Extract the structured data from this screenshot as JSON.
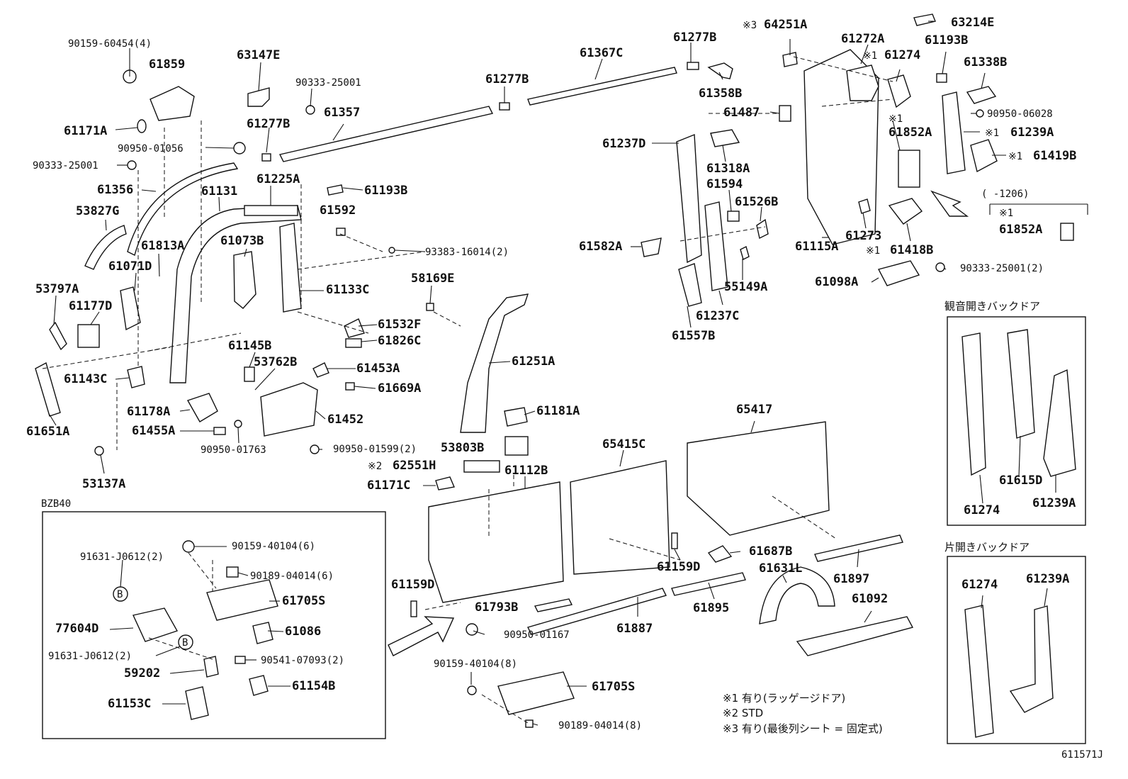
{
  "diagram_id": "611571J",
  "labels": {
    "p1": "90159-60454(4)",
    "p2": "61859",
    "p3": "63147E",
    "p4": "90333-25001",
    "p5": "61357",
    "p6": "61277B",
    "p7": "61367C",
    "p8": "61277B",
    "p9": "61358B",
    "p10": "64251A",
    "p10m": "※3",
    "p11": "61272A",
    "p12": "63214E",
    "p13": "61274",
    "p13m": "※1",
    "p14": "61193B",
    "p15": "61338B",
    "p16": "61171A",
    "p17": "90950-01056",
    "p18": "61277B",
    "p19": "61487",
    "p20": "90950-06028",
    "p21": "61852A",
    "p21m": "※1",
    "p22": "61239A",
    "p22m": "※1",
    "p23": "61237D",
    "p24": "61318A",
    "p25": "61419B",
    "p25m": "※1",
    "p26": "90333-25001",
    "p27": "61356",
    "p28": "61131",
    "p29": "61225A",
    "p30": "61193B",
    "p31": "61594",
    "p32": "61526B",
    "p33": "61115A",
    "p34": "61273",
    "p35": "61852A",
    "p35m": "※1",
    "p35r": "( -1206)",
    "p36": "53827G",
    "p37": "61592",
    "p38": "61582A",
    "p39": "61418B",
    "p39m": "※1",
    "p40": "61813A",
    "p41": "61073B",
    "p42": "93383-16014(2)",
    "p43": "61071D",
    "p44": "55149A",
    "p45": "90333-25001(2)",
    "p46": "61098A",
    "p47": "53797A",
    "p48": "61133C",
    "p49": "58169E",
    "p50": "61177D",
    "p51": "61237C",
    "p52": "61532F",
    "p53": "61557B",
    "p54": "61826C",
    "p55": "61145B",
    "p56": "53762B",
    "p57": "61453A",
    "p58": "61251A",
    "p59": "61143C",
    "p60": "61669A",
    "p61": "61178A",
    "p62": "61181A",
    "p63": "65417",
    "p64": "61452",
    "p65": "61455A",
    "p66": "61651A",
    "p67": "65415C",
    "p68": "90950-01763",
    "p69": "90950-01599(2)",
    "p70": "53803B",
    "p71": "62551H",
    "p71m": "※2",
    "p72": "61112B",
    "p73": "53137A",
    "p74": "61171C",
    "p75": "61687B",
    "p76": "61631L",
    "p77": "61897",
    "p78": "61159D",
    "p79": "61159D",
    "p80": "61793B",
    "p81": "61895",
    "p82": "61887",
    "p83": "61092",
    "p84": "90950-01167",
    "p85": "90159-40104(8)",
    "p86": "61705S",
    "p87": "90189-04014(8)",
    "bzb": "BZB40",
    "b1": "91631-J0612(2)",
    "b2": "90159-40104(6)",
    "b3": "90189-04014(6)",
    "b4": "61705S",
    "b5": "77604D",
    "b6": "61086",
    "b7": "91631-J0612(2)",
    "b8": "90541-07093(2)",
    "b9": "59202",
    "b10": "61154B",
    "b11": "61153C",
    "bmark": "B",
    "k1": "観音開きバックドア",
    "k2": "61274",
    "k3": "61615D",
    "k4": "61239A",
    "h1": "片開きバックドア",
    "h2": "61274",
    "h3": "61239A",
    "n1": "※1 有り(ラッゲージドア)",
    "n2": "※2 STD",
    "n3": "※3 有り(最後列シート = 固定式)",
    "code": "611571J"
  }
}
